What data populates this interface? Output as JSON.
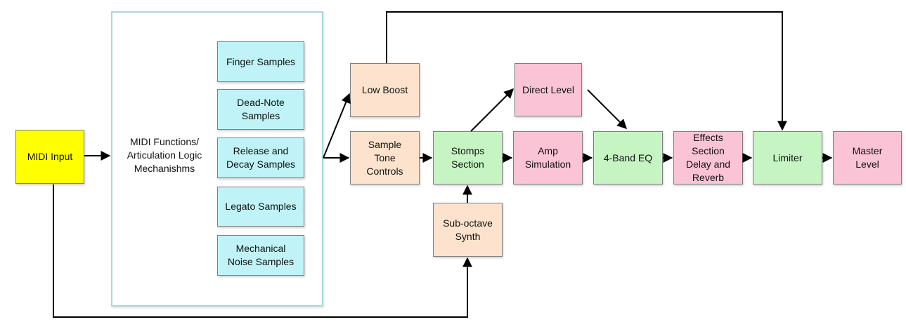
{
  "diagram": {
    "midi_input": "MIDI Input",
    "midi_functions_group": {
      "label": "MIDI Functions/\nArticulation Logic\nMechanishms",
      "samples": [
        "Finger Samples",
        "Dead-Note\nSamples",
        "Release and\nDecay Samples",
        "Legato Samples",
        "Mechanical\nNoise Samples"
      ]
    },
    "low_boost": "Low Boost",
    "sample_tone_controls": "Sample\nTone\nControls",
    "stomps_section": "Stomps\nSection",
    "sub_octave_synth": "Sub-octave\nSynth",
    "direct_level": "Direct Level",
    "amp_simulation": "Amp\nSimulation",
    "four_band_eq": "4-Band EQ",
    "effects_section": "Effects\nSection\nDelay and\nReverb",
    "limiter": "Limiter",
    "master_level": "Master\nLevel",
    "colors": {
      "midi_input": "#ffff00",
      "samples": "#bff3f7",
      "tone_stage": "#fde3cd",
      "processing_green": "#c6f5c3",
      "processing_pink": "#fac3d6",
      "group_border": "#a9d7dd"
    }
  }
}
